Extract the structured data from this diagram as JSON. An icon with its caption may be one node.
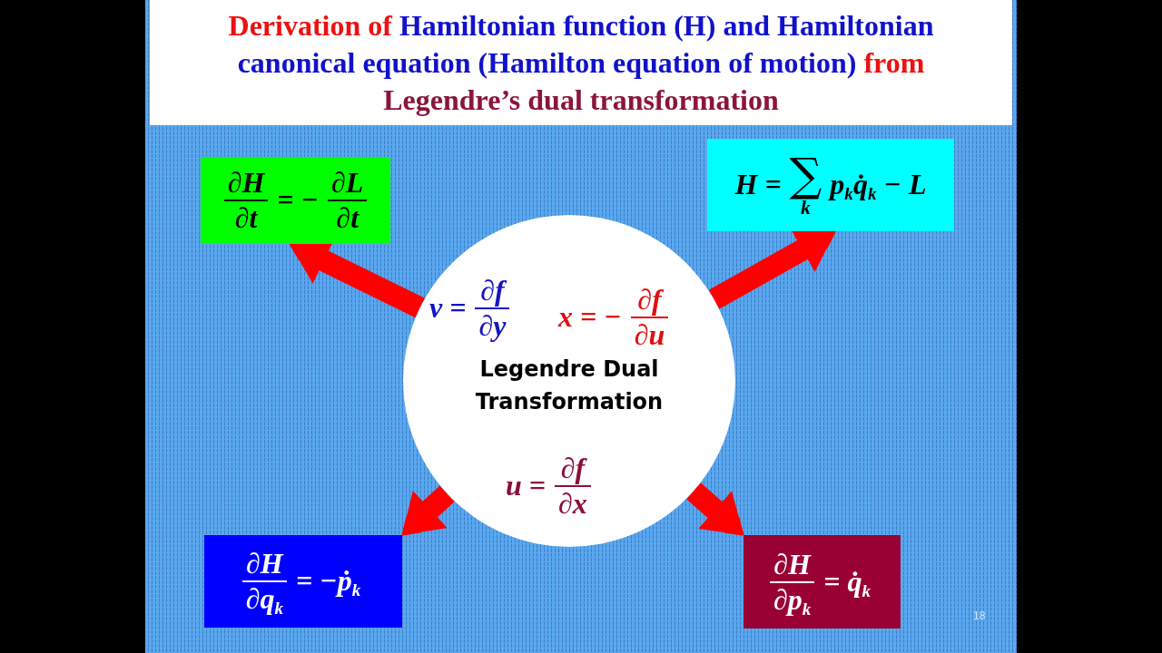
{
  "diagram": {
    "nodes": [
      {
        "text": [
          "Derivation of",
          "Hamiltonian function (H) and Hamiltonian canonical equation (Hamilton equation of motion)",
          "from",
          "Legendre’s dual transformation"
        ]
      },
      {
        "text": [
          "∂H",
          "∂t",
          "= −",
          "∂L",
          "∂t"
        ]
      },
      {
        "text": [
          "H =",
          "∑",
          "k",
          "p$_{k}$q̇$_{k}$ − L"
        ]
      },
      {
        "text": [
          "v =",
          "∂f",
          "∂y",
          "x = −",
          "∂f",
          "∂u",
          "Legendre Dual Transformation",
          "u =",
          "∂f",
          "∂x"
        ]
      },
      {
        "text": [
          "∂H",
          "∂q$_{k}$",
          "= −ṗ$_{k}$"
        ]
      },
      {
        "text": [
          "∂H",
          "∂p$_{k}$",
          "= q̇$_{k}$"
        ]
      }
    ],
    "edges": [
      {
        "from": 3,
        "to": 1,
        "arrow": "to"
      },
      {
        "from": 3,
        "to": 2,
        "arrow": "to"
      },
      {
        "from": 3,
        "to": 4,
        "arrow": "to"
      },
      {
        "from": 3,
        "to": 5,
        "arrow": "to"
      }
    ],
    "labels": [
      "18"
    ]
  }
}
